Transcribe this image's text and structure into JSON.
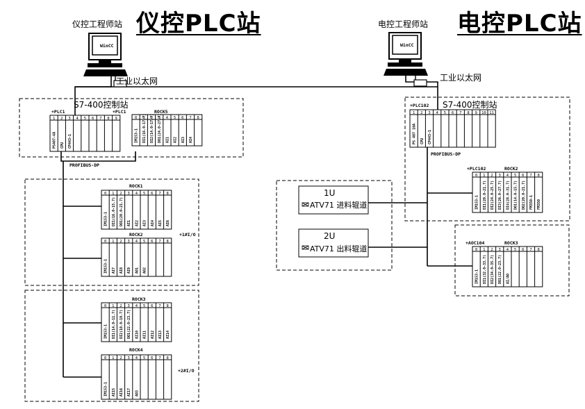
{
  "left": {
    "station_title": "仪控PLC站",
    "pc_label": "仪控工程师站",
    "monitor_text": "WinCC",
    "ethernet_label": "工业以太网",
    "s7_label": "S7-400控制站",
    "plc1_label": "+PLC1",
    "plc1_label_b": "+PLC1",
    "rock5_label": "ROCK5",
    "profibus_label": "PROFIBUS-DP",
    "rack_plc1_slots": [
      "1",
      "2",
      "3",
      "4",
      "5",
      "6",
      "7",
      "8",
      "9"
    ],
    "rack_plc1_modules": [
      "PS407-4A",
      "CPU",
      "CP443-1",
      "",
      "",
      "",
      "",
      "",
      ""
    ],
    "rack_rock5_slots": [
      "0",
      "1",
      "2",
      "3",
      "4",
      "5",
      "6",
      "7",
      "8"
    ],
    "rack_rock5_modules": [
      "IM153-1",
      "DI1(16.0-17.7)",
      "DI2(14.0-17.7)",
      "DO1(24.0-27.7)",
      "AI1",
      "AI2",
      "AI3",
      "AI4",
      ""
    ],
    "rock1_label": "ROCK1",
    "rack_rock1_slots": [
      "0",
      "1",
      "2",
      "3",
      "4",
      "5",
      "6",
      "7",
      "8"
    ],
    "rack_rock1_modules": [
      "IM153-1",
      "DI1(16.0-15.7)",
      "DO1(20.0-21.7)",
      "AI1",
      "AI2",
      "AI3",
      "AI4",
      "AI5",
      "AI6"
    ],
    "rock2_label": "ROCK2",
    "rack_rock2_slots": [
      "0",
      "1",
      "2",
      "3",
      "4",
      "5",
      "6",
      "7",
      "8"
    ],
    "rack_rock2_modules": [
      "IM153-1",
      "AI7",
      "AI8",
      "AI9",
      "AO1",
      "AO2",
      "",
      "",
      ""
    ],
    "io1_label": "+1#I/O",
    "rock3_label": "ROCK3",
    "rack_rock3_slots": [
      "0",
      "1",
      "2",
      "3",
      "4",
      "5",
      "6",
      "7",
      "8"
    ],
    "rack_rock3_modules": [
      "IM153-1",
      "DI1(14.0-11.7)",
      "DI2(18.0-19.7)",
      "DO1(22.0-23.7)",
      "AI10",
      "AI11",
      "AI12",
      "AI13",
      "AI14"
    ],
    "rock4_label": "ROCK4",
    "rack_rock4_slots": [
      "0",
      "1",
      "2",
      "3",
      "4",
      "5",
      "6",
      "7",
      "8"
    ],
    "rack_rock4_modules": [
      "IM153-1",
      "AI15",
      "AI16",
      "AI17",
      "AO3",
      "",
      "",
      "",
      ""
    ],
    "io2_label": "+2#I/O"
  },
  "right": {
    "station_title": "电控PLC站",
    "pc_label": "电控工程师站",
    "monitor_text": "WinCC",
    "ethernet_label": "工业以太网",
    "s7_label": "S7-400控制站",
    "plc102_label": "+PLC102",
    "profibus_label": "PROFIBUS-DP",
    "rack_plc102_slots": [
      "1",
      "2",
      "3",
      "4",
      "5",
      "6",
      "7",
      "8",
      "9",
      "10",
      "11"
    ],
    "rack_plc102_modules": [
      "PS 407 10A",
      "CPU",
      "CP443-1",
      "",
      "",
      "",
      "",
      "",
      "",
      "",
      ""
    ],
    "plc102_b_label": "+PLC102",
    "rock2_label": "ROCK2",
    "rack_rock2_slots": [
      "0",
      "1",
      "2",
      "3",
      "4",
      "5",
      "6",
      "7",
      "8"
    ],
    "rack_rock2_modules": [
      "IM153-1",
      "DI1(20.0-21.7)",
      "DI2(24.0-25.7)",
      "DI3(26.0-27.7)",
      "DI4(28.0-31.7)",
      "DO1(14.0-15.7)",
      "DO2(20.0-21.7)",
      "FM350-1",
      "FM350"
    ],
    "aoc104_label": "+AOC104",
    "rock3_label": "ROCK3",
    "rack_rock3_slots": [
      "0",
      "1",
      "2",
      "3",
      "4",
      "5",
      "6",
      "7",
      "8"
    ],
    "rack_rock3_modules": [
      "IM153-1",
      "DI1(32.0-33.7)",
      "DI2(34.0-35.7)",
      "DO1(22.0-23.7)",
      "AI/AO",
      "",
      "",
      "",
      ""
    ],
    "drive1_unit": "1U",
    "drive1_text": "ATV71 进料辊道",
    "drive2_unit": "2U",
    "drive2_text": "ATV71 出料辊道"
  }
}
